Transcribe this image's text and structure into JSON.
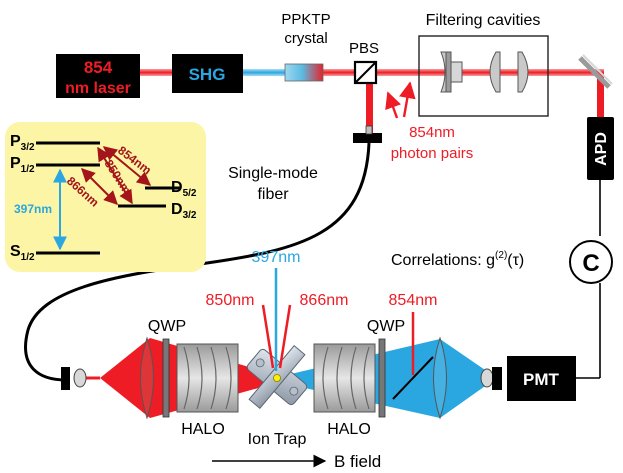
{
  "laser": {
    "line1": "854",
    "line2": "nm laser"
  },
  "shg": "SHG",
  "crystal": {
    "line1": "PPKTP",
    "line2": "crystal"
  },
  "pbs": "PBS",
  "filtering": "Filtering cavities",
  "apd": "APD",
  "photon_pairs": {
    "line1": "854nm",
    "line2": "photon pairs"
  },
  "fiber": {
    "line1": "Single-mode",
    "line2": "fiber"
  },
  "correlations": {
    "text": "Correlations: g",
    "sup": "(2)",
    "tau": "(τ)"
  },
  "correlator": "C",
  "levels": {
    "p32": {
      "main": "P",
      "sub": "3/2"
    },
    "p12": {
      "main": "P",
      "sub": "1/2"
    },
    "d52": {
      "main": "D",
      "sub": "5/2"
    },
    "d32": {
      "main": "D",
      "sub": "3/2"
    },
    "s12": {
      "main": "S",
      "sub": "1/2"
    },
    "t854": "854nm",
    "t850": "850nm",
    "t866": "866nm",
    "t397": "397nm"
  },
  "beams": {
    "b397": "397nm",
    "b850": "850nm",
    "b866": "866nm",
    "b854": "854nm"
  },
  "qwp_left": "QWP",
  "qwp_right": "QWP",
  "halo_left": "HALO",
  "halo_right": "HALO",
  "ion_trap": "Ion Trap",
  "pmt": "PMT",
  "bfield": "B field",
  "colors": {
    "red": "#ee1c24",
    "cyan": "#2aa7e0",
    "yellow_box": "#fbf5a5",
    "black": "#000000"
  }
}
